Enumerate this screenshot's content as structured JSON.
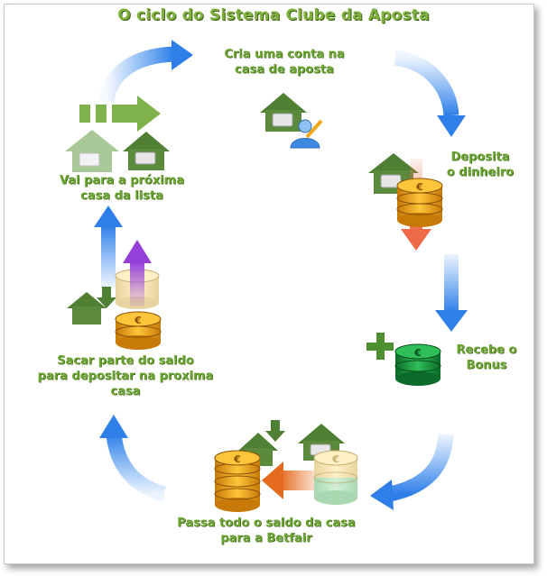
{
  "title": "O ciclo do Sistema Clube da Aposta",
  "steps": [
    {
      "line1": "Cria uma conta na",
      "line2": "casa de aposta"
    },
    {
      "line1": "Deposita",
      "line2": "o dinheiro"
    },
    {
      "line1": "Recebe o",
      "line2": "Bonus"
    },
    {
      "line1": "Passa todo o saldo da casa",
      "line2": "para a Betfair"
    },
    {
      "line1": "Sacar parte do saldo",
      "line2": "para depositar na proxima",
      "line3": "casa"
    },
    {
      "line1": "Vai para a próxima",
      "line2": "casa da lista"
    }
  ],
  "coin_symbol": "€",
  "colors": {
    "green": "#6aa530",
    "house": "#5c8a3c",
    "blue": "#3b8df0",
    "orange": "#e9762c",
    "purple": "#a24de0",
    "gold": "#f2a81c"
  }
}
